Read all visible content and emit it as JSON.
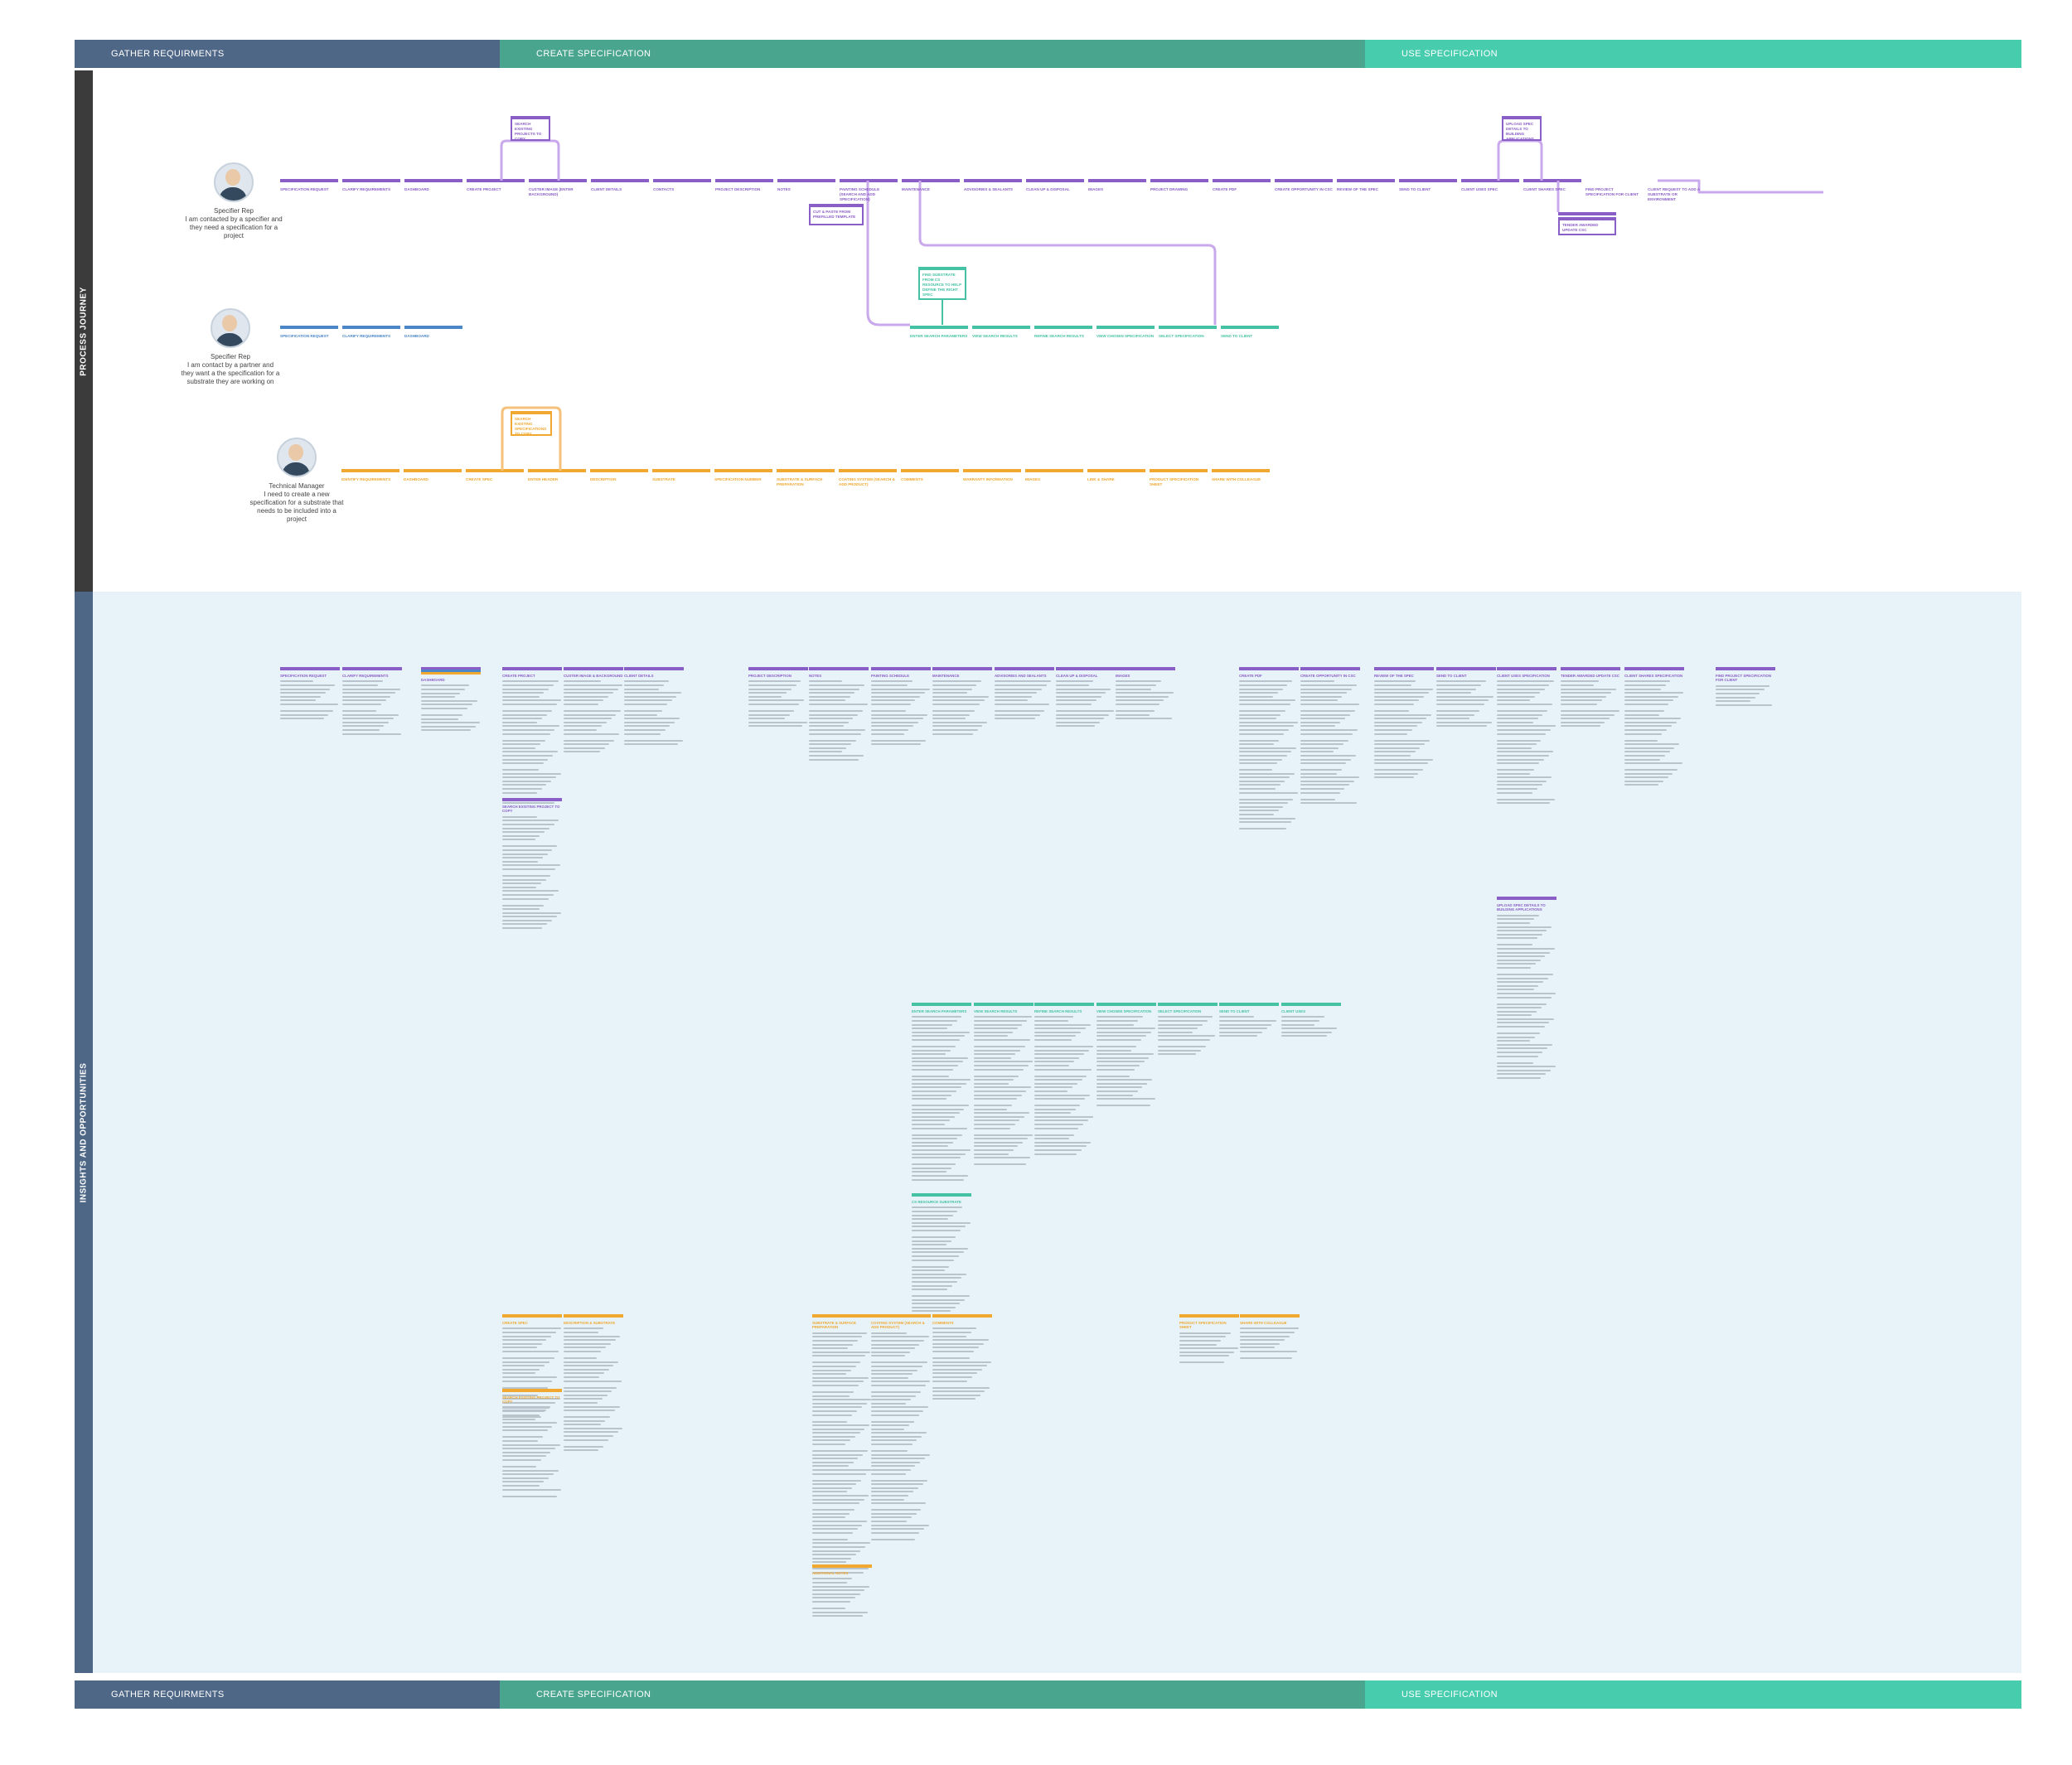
{
  "phases": {
    "gather": "GATHER REQUIRMENTS",
    "create": "CREATE SPECIFICATION",
    "use": "USE SPECIFICATION"
  },
  "sections": {
    "process_journey": "PROCESS JOURNEY",
    "insights": "INSIGHTS AND OPPORTUNITIES"
  },
  "colors": {
    "gather": "#4f6787",
    "create": "#4aa58f",
    "use": "#47ccae",
    "purple": "#8a5ec7",
    "blue": "#4a86c8",
    "teal": "#45c2a4",
    "orange": "#f0a830",
    "lavender": "#c9a8ec",
    "sidebar": "#3b3b3b"
  },
  "personas": [
    {
      "name": "Specifier Rep",
      "desc": "I am contacted by a specifier and they need a specification for a project"
    },
    {
      "name": "Specifier Rep",
      "desc": "I am contact by a partner and they want a the specification for a substrate they are working on"
    },
    {
      "name": "Technical Manager",
      "desc": "I need to create a new specification for a substrate that needs to be included into a project"
    }
  ],
  "lane1_steps": [
    "SPECIFICATION REQUEST",
    "CLARIFY REQUIREMENTS",
    "DASHBOARD",
    "CREATE PROJECT",
    "CUSTER IMAGE (ENTER BACKGROUND)",
    "CLIENT DETAILS",
    "CONTACTS",
    "PROJECT DESCRIPTION",
    "NOTES",
    "PAINTING SCHEDULE (SEARCH AND ADD SPECIFICATION)",
    "MAINTENANCE",
    "ADVISORIES & SEALANTS",
    "CLEAN UP & DISPOSAL",
    "IMAGES",
    "PROJECT DRAWING",
    "CREATE PDF",
    "CREATE OPPORTUNITY IN CSC",
    "REVIEW OF THE SPEC",
    "SEND TO CLIENT",
    "CLIENT USES SPEC",
    "CLIENT SHARES SPEC",
    "FIND PROJECT SPECIFICATION FOR CLIENT",
    "CLIENT REQUEST TO ADD A SUBSTRATE OR ENVIRONMENT"
  ],
  "lane1_notes": {
    "search_existing": "SEARCH EXISTING PROJECTS TO COPY",
    "cut_paste": "CUT & PASTE FROM PREFILLED TEMPLATE",
    "upload_spec": "UPLOAD SPEC DETAILS TO BUILDING APPLICATIONS",
    "tender": "TENDER AWARDED UPDATE CSC"
  },
  "lane2_steps": [
    "SPECIFICATION REQUEST",
    "CLARIFY REQUIREMENTS",
    "DASHBOARD",
    "ENTER SEARCH PARAMETERS",
    "VIEW SEARCH RESULTS",
    "REFINE SEARCH RESULTS",
    "VIEW CHOSEN SPECIFICATION",
    "SELECT SPECIFICATION",
    "SEND TO CLIENT"
  ],
  "lane2_note": "FIND SUBSTRATE FROM CS RESOURCE TO HELP DEFINE THE RIGHT SPEC",
  "lane3_steps": [
    "IDENTIFY REQUIREMENTS",
    "DASHBOARD",
    "CREATE SPEC",
    "ENTER HEADER",
    "DESCRIPTION",
    "SUBSTRATE",
    "SPECIFICATION NUMBER",
    "SUBSTRATE & SURFACE PREPARATION",
    "COATING SYSTEM (SEARCH & ADD PRODUCT)",
    "COMMENTS",
    "WARRANTY INFORMATION",
    "IMAGES",
    "LINK & SHARE",
    "PRODUCT SPECIFICATION SHEET",
    "SHARE WITH COLLEAGUE"
  ],
  "lane3_note": "SEARCH EXISTING SPECIFICATIONS TO COPY",
  "insight_cards": [
    {
      "title": "SPECIFICATION REQUEST",
      "color": "purple"
    },
    {
      "title": "CLARIFY REQUIREMENTS",
      "color": "purple"
    },
    {
      "title": "DASHBOARD",
      "color": "multi"
    },
    {
      "title": "CREATE PROJECT",
      "color": "purple"
    },
    {
      "title": "CUSTER IMAGE & BACKGROUND",
      "color": "purple"
    },
    {
      "title": "CLIENT DETAILS",
      "color": "purple"
    },
    {
      "title": "PROJECT DESCRIPTION",
      "color": "purple"
    },
    {
      "title": "NOTES",
      "color": "purple"
    },
    {
      "title": "PAINTING SCHEDULE",
      "color": "purple"
    },
    {
      "title": "MAINTENANCE",
      "color": "purple"
    },
    {
      "title": "ADVISORIES AND SEALANTS",
      "color": "purple"
    },
    {
      "title": "CLEAN UP & DISPOSAL",
      "color": "purple"
    },
    {
      "title": "IMAGES",
      "color": "purple"
    },
    {
      "title": "CREATE PDF",
      "color": "purple"
    },
    {
      "title": "CREATE OPPORTUNITY IN CSC",
      "color": "purple"
    },
    {
      "title": "REVIEW OF THE SPEC",
      "color": "purple"
    },
    {
      "title": "SEND TO CLIENT",
      "color": "purple"
    },
    {
      "title": "CLIENT USES SPECIFICATION",
      "color": "purple"
    },
    {
      "title": "TENDER AWARDED UPDATE CSC",
      "color": "purple"
    },
    {
      "title": "CLIENT SHARES SPECIFICATION",
      "color": "purple"
    },
    {
      "title": "FIND PROJECT SPECIFICATION FOR CLIENT",
      "color": "purple"
    },
    {
      "title": "SEARCH EXISTING PROJECT TO COPY",
      "color": "purple"
    },
    {
      "title": "UPLOAD SPEC DETAILS TO BUILDING APPLICATIONS",
      "color": "purple"
    },
    {
      "title": "ENTER SEARCH PARAMETERS",
      "color": "teal"
    },
    {
      "title": "VIEW SEARCH RESULTS",
      "color": "teal"
    },
    {
      "title": "REFINE SEARCH RESULTS",
      "color": "teal"
    },
    {
      "title": "VIEW CHOSEN SPECIFICATION",
      "color": "teal"
    },
    {
      "title": "SELECT SPECIFICATION",
      "color": "teal"
    },
    {
      "title": "SEND TO CLIENT",
      "color": "teal"
    },
    {
      "title": "CLIENT USES",
      "color": "teal"
    },
    {
      "title": "CS RESOURCE SUBSTRATE",
      "color": "teal"
    },
    {
      "title": "CREATE SPEC",
      "color": "orange"
    },
    {
      "title": "DESCRIPTION & SUBSTRATE",
      "color": "orange"
    },
    {
      "title": "SEARCH EXISTING PROJECT TO COPY",
      "color": "orange"
    },
    {
      "title": "SUBSTRATE & SURFACE PREPARATION",
      "color": "orange"
    },
    {
      "title": "COATING SYSTEM (SEARCH & ADD PRODUCT)",
      "color": "orange"
    },
    {
      "title": "COMMENTS",
      "color": "orange"
    },
    {
      "title": "PRODUCT SPECIFICATION SHEET",
      "color": "orange"
    },
    {
      "title": "SHARE WITH COLLEAGUE",
      "color": "orange"
    },
    {
      "title": "ADDITIONAL NOTES",
      "color": "orange"
    }
  ]
}
